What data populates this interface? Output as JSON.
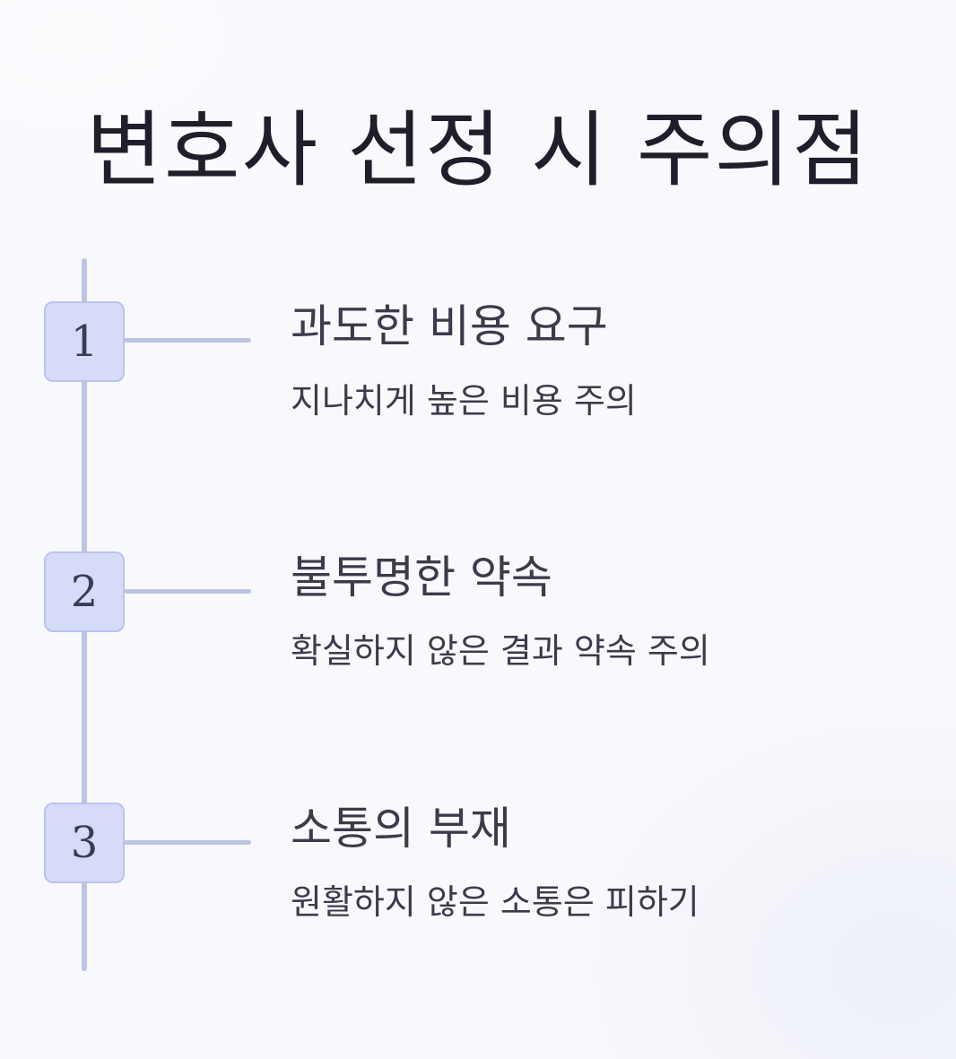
{
  "title": "변호사 선정 시 주의점",
  "steps": [
    {
      "number": "1",
      "title": "과도한 비용 요구",
      "description": "지나치게 높은 비용 주의"
    },
    {
      "number": "2",
      "title": "불투명한 약속",
      "description": "확실하지 않은 결과 약속 주의"
    },
    {
      "number": "3",
      "title": "소통의 부재",
      "description": "원활하지 않은 소통은 피하기"
    }
  ],
  "colors": {
    "background": "#f8f9fd",
    "line": "#bcc4e2",
    "badge_fill": "#d6dbf8",
    "badge_border": "#bac3ee",
    "text": "#3c3b4b",
    "title": "#1f1e2b"
  }
}
